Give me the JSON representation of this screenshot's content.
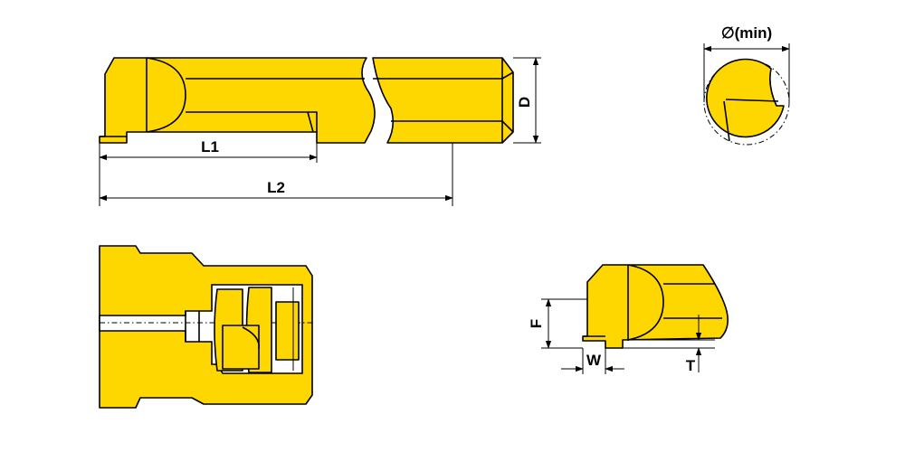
{
  "labels": {
    "L1": "L1",
    "L2": "L2",
    "D": "D",
    "dia_min": "∅(min)",
    "F": "F",
    "W": "W",
    "T": "T"
  },
  "colors": {
    "tool_fill": "#FFD700",
    "outline": "#000000"
  }
}
